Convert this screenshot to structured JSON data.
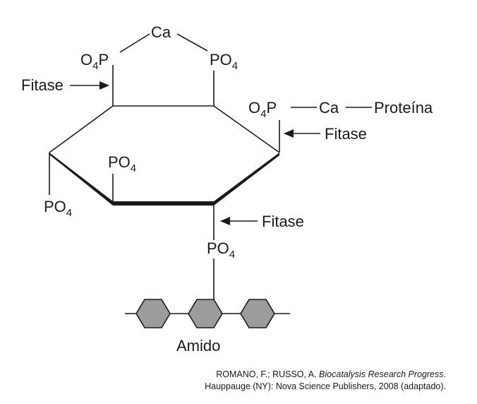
{
  "labels": {
    "ca_top": "Ca",
    "o4p_left": "O",
    "o4p_left_sub": "4",
    "o4p_left_p": "P",
    "po4_top_right": "PO",
    "po4_top_right_sub": "4",
    "o4p_right": "O",
    "o4p_right_sub": "4",
    "o4p_right_p": "P",
    "ca_right": "Ca",
    "proteina": "Proteína",
    "fitase_left": "Fitase",
    "fitase_right": "Fitase",
    "fitase_bottom": "Fitase",
    "po4_inner": "PO",
    "po4_inner_sub": "4",
    "po4_left": "PO",
    "po4_left_sub": "4",
    "po4_bottom": "PO",
    "po4_bottom_sub": "4",
    "amido": "Amido"
  },
  "credit": {
    "line1_authors": "ROMANO, F.; RUSSO, A. ",
    "line1_title": "Biocatalysis Research Progress",
    "line1_end": ".",
    "line2": "Hauppauge (NY): Nova Science Publishers, 2008 (adaptado)."
  },
  "colors": {
    "starch_unit_fill": "#9c9c9c",
    "ink": "#1a1a1a"
  }
}
